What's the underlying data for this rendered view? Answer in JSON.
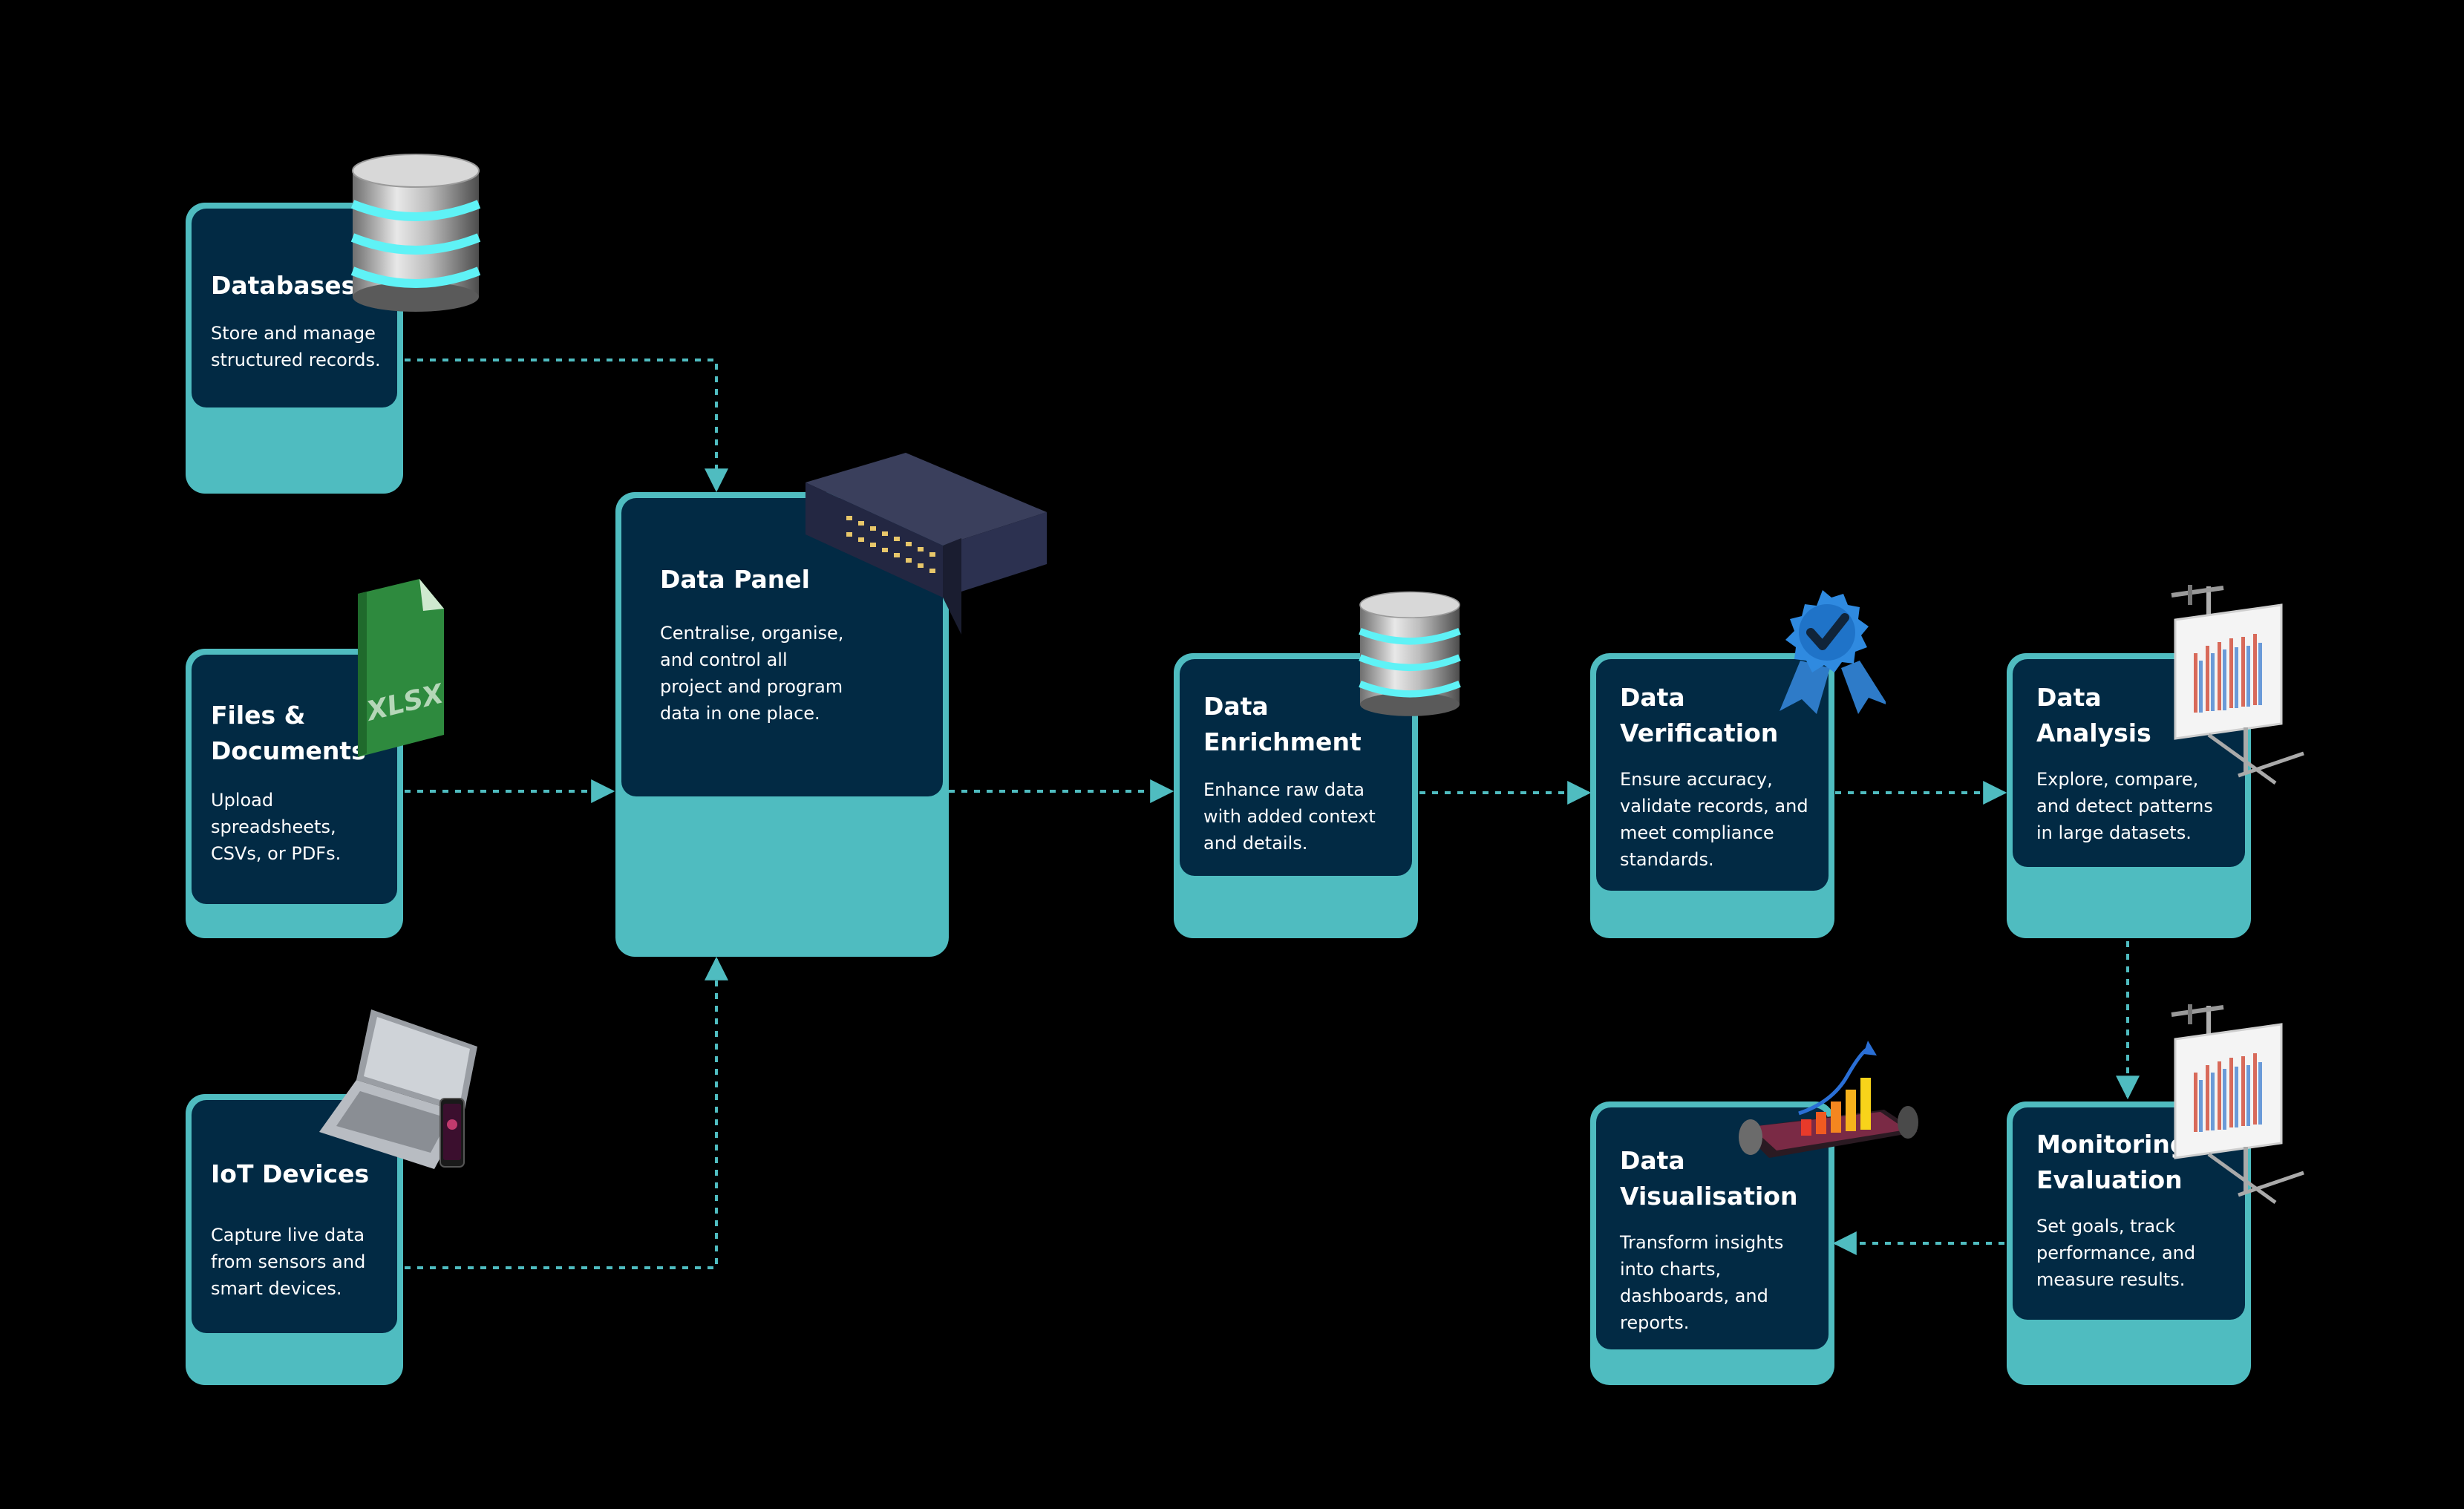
{
  "colors": {
    "background": "#000000",
    "card_outer": "#4fbcc0",
    "card_inner": "#022a44",
    "connector": "#4fbcc0",
    "text": "#ffffff"
  },
  "nodes": {
    "databases": {
      "title": [
        "Databases"
      ],
      "desc": [
        "Store and manage",
        "structured records."
      ],
      "icon": "database-icon"
    },
    "files": {
      "title": [
        "Files &",
        "Documents"
      ],
      "desc": [
        "Upload",
        "spreadsheets,",
        "CSVs, or PDFs."
      ],
      "icon": "xlsx-file-icon",
      "icon_text": "XLSX"
    },
    "iot": {
      "title": [
        "IoT Devices"
      ],
      "desc": [
        "Capture live data",
        "from sensors and",
        "smart devices."
      ],
      "icon": "laptop-phone-icon"
    },
    "panel": {
      "title": [
        "Data Panel"
      ],
      "desc": [
        "Centralise, organise,",
        "and control all",
        "project and program",
        "data in one place."
      ],
      "icon": "network-switch-icon"
    },
    "enrichment": {
      "title": [
        "Data",
        "Enrichment"
      ],
      "desc": [
        "Enhance raw data",
        "with added context",
        "and details."
      ],
      "icon": "database-icon"
    },
    "verification": {
      "title": [
        "Data",
        "Verification"
      ],
      "desc": [
        "Ensure accuracy,",
        "validate records, and",
        "meet compliance",
        "standards."
      ],
      "icon": "verified-badge-icon"
    },
    "analysis": {
      "title": [
        "Data",
        "Analysis"
      ],
      "desc": [
        "Explore, compare,",
        "and detect patterns",
        "in large datasets."
      ],
      "icon": "presentation-board-icon"
    },
    "monitoring": {
      "title": [
        "Monitoring &",
        "Evaluation"
      ],
      "desc": [
        "Set goals, track",
        "performance, and",
        "measure results."
      ],
      "icon": "presentation-board-icon"
    },
    "visualisation": {
      "title": [
        "Data",
        "Visualisation"
      ],
      "desc": [
        "Transform insights",
        "into charts,",
        "dashboards, and",
        "reports."
      ],
      "icon": "growth-chart-icon"
    }
  }
}
